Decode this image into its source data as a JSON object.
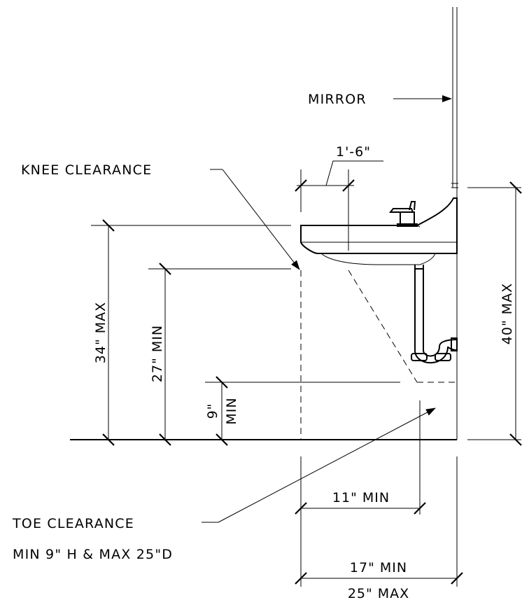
{
  "labels": {
    "mirror": "MIRROR",
    "knee_clearance": "KNEE CLEARANCE",
    "toe_clearance": "TOE CLEARANCE",
    "toe_clearance_spec": "MIN 9\" H & MAX 25\"D"
  },
  "dimensions": {
    "sink_depth": "1'-6\"",
    "rim_height": "34\" MAX",
    "knee_height": "27\" MIN",
    "toe_height_value": "9\"",
    "toe_height_qualifier": "MIN",
    "mirror_height": "40\" MAX",
    "toe_depth": "11\" MIN",
    "knee_depth": "17\" MIN",
    "total_depth": "25\" MAX"
  }
}
